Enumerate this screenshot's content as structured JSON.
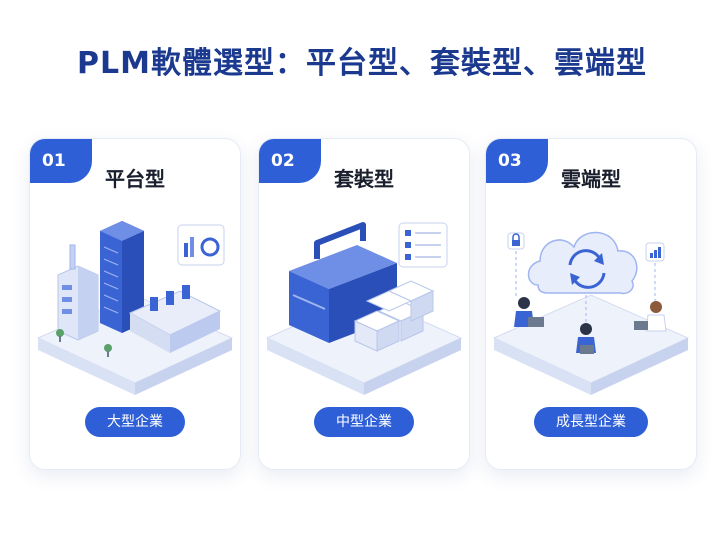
{
  "title": "PLM軟體選型：平台型、套裝型、雲端型",
  "cards": [
    {
      "number": "01",
      "title": "平台型",
      "tag": "大型企業",
      "icon": "factory-icon"
    },
    {
      "number": "02",
      "title": "套裝型",
      "tag": "中型企業",
      "icon": "toolbox-icon"
    },
    {
      "number": "03",
      "title": "雲端型",
      "tag": "成長型企業",
      "icon": "cloud-sync-icon"
    }
  ],
  "colors": {
    "accent": "#2f5fd6",
    "title": "#1b3a8f",
    "text": "#1a1f2e"
  }
}
